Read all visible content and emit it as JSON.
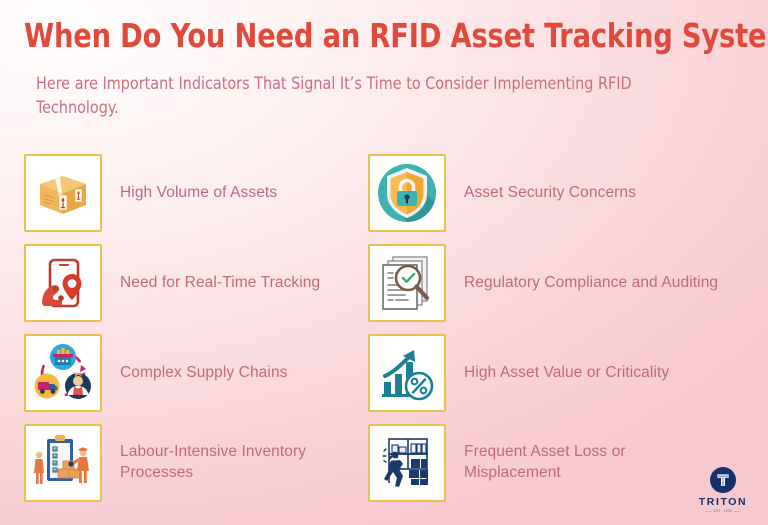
{
  "header": {
    "title": "When Do You Need an RFID Asset Tracking System?",
    "subtitle": "Here are Important Indicators That Signal It’s Time to Consider Implementing RFID Technology."
  },
  "colors": {
    "title": "#e04a3c",
    "subtitle": "#c9707c",
    "label": "#bf6b78",
    "card_border": "#e8c24e",
    "card_background": "#ffffff",
    "background_light": "#fffdfd",
    "background_pink": "#f7c8ce",
    "logo": "#16306b"
  },
  "items": [
    {
      "label": "High Volume of Assets",
      "icon": "cardboard-box-icon",
      "column": "left"
    },
    {
      "label": "Asset Security Concerns",
      "icon": "shield-padlock-icon",
      "column": "right"
    },
    {
      "label": "Need for Real-Time Tracking",
      "icon": "phone-location-pin-icon",
      "column": "left"
    },
    {
      "label": "Regulatory Compliance and Auditing",
      "icon": "documents-magnifier-icon",
      "column": "right"
    },
    {
      "label": "Complex Supply Chains",
      "icon": "supply-chain-cycle-icon",
      "column": "left"
    },
    {
      "label": "High Asset Value or Criticality",
      "icon": "bar-chart-percent-icon",
      "column": "right"
    },
    {
      "label": "Labour-Intensive Inventory Processes",
      "icon": "clipboard-workers-icon",
      "column": "left"
    },
    {
      "label": "Frequent Asset Loss or Misplacement",
      "icon": "warehouse-search-icon",
      "column": "right"
    }
  ],
  "logo": {
    "mark": "letter-t-monogram",
    "name": "TRITON",
    "tagline": "—— EST. 1996 ——"
  }
}
